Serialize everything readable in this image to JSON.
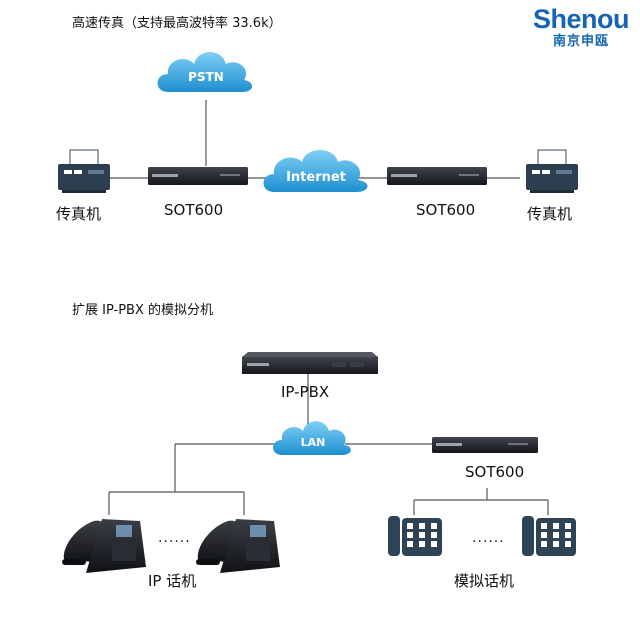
{
  "brand": {
    "name": "Shenou",
    "name_cn": "南京申瓯",
    "color": "#1565b4"
  },
  "sections": {
    "fax": {
      "title": "高速传真（支持最高波特率 33.6k）",
      "clouds": {
        "pstn": "PSTN",
        "internet": "Internet"
      },
      "left_device": "传真机",
      "right_device": "传真机",
      "left_gateway": "SOT600",
      "right_gateway": "SOT600"
    },
    "pbx": {
      "title": "扩展 IP-PBX 的模拟分机",
      "pbx_label": "IP-PBX",
      "lan": "LAN",
      "gateway": "SOT600",
      "ip_phones": "IP 话机",
      "analog_phones": "模拟话机",
      "ellipsis_left": "......",
      "ellipsis_right": "......"
    }
  },
  "colors": {
    "cloud": "#3aa6de",
    "line": "#555555",
    "device": "#1c1e24"
  }
}
